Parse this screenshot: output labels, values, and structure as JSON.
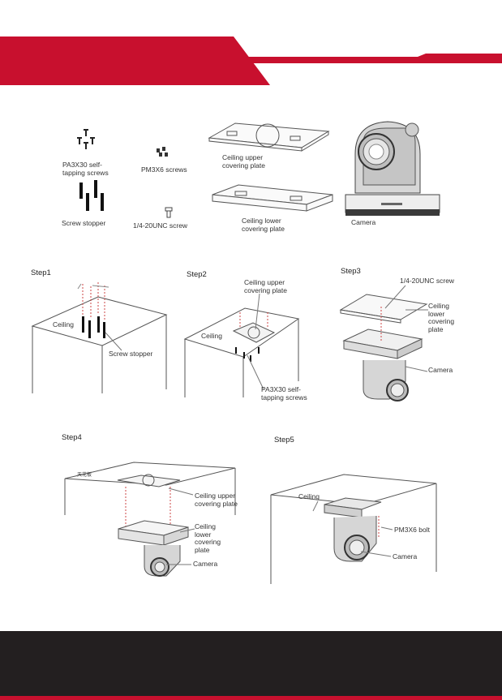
{
  "parts": {
    "pa3x30": "PA3X30 self-\ntapping screws",
    "pm3x6": "PM3X6 screws",
    "upper_plate": "Ceiling upper\ncovering plate",
    "lower_plate": "Ceiling lower\ncovering plate",
    "camera": "Camera",
    "screw_stopper": "Screw stopper",
    "unc_screw": "1/4-20UNC screw"
  },
  "step1": {
    "title": "Step1",
    "ceiling": "Ceiling",
    "screw_stopper": "Screw stopper"
  },
  "step2": {
    "title": "Step2",
    "upper_plate": "Ceiling upper\ncovering plate",
    "ceiling": "Ceiling",
    "pa3x30": "PA3X30 self-\ntapping screws"
  },
  "step3": {
    "title": "Step3",
    "unc_screw": "1/4-20UNC screw",
    "lower_plate": "Ceiling\nlower\ncovering\nplate",
    "camera": "Camera"
  },
  "step4": {
    "title": "Step4",
    "ceiling_cn": "天花板",
    "upper_plate": "Ceiling upper\ncovering plate",
    "lower_plate": "Ceiling\nlower\ncovering\nplate",
    "camera": "Camera"
  },
  "step5": {
    "title": "Step5",
    "ceiling": "Ceiling",
    "bolt": "PM3X6 bolt",
    "camera": "Camera"
  }
}
